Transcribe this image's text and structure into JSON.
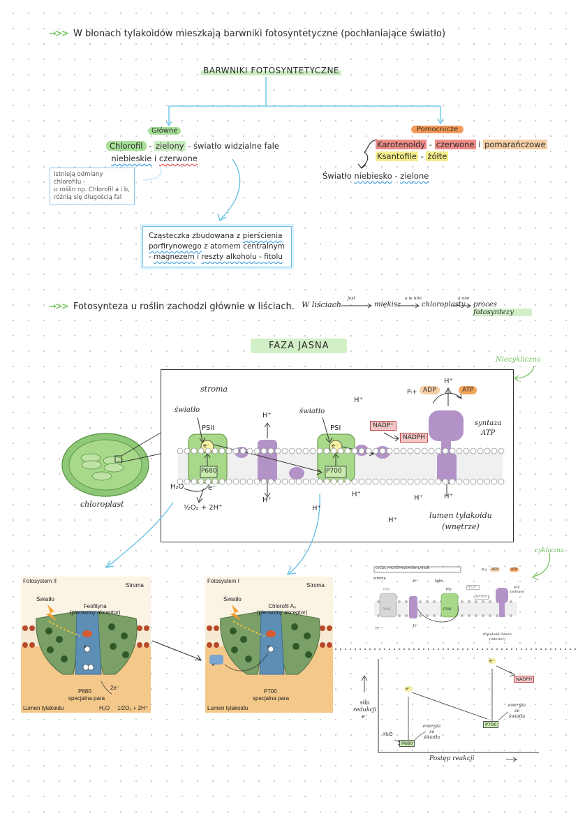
{
  "header": {
    "arrow": "→>>",
    "text": "W błonach tylakoidów mieszkają barwniki fotosyntetyczne (pochłaniające światło)"
  },
  "pigments": {
    "title": "BARWNIKI FOTOSYNTETYCZNE",
    "main_label": "Główne",
    "main_chlorofil": "Chlorofil",
    "main_dash1": "-",
    "main_zielony": "zielony",
    "main_rest": "- światło widzialne fale",
    "main_line2a": "niebieskie",
    "main_line2b": "i",
    "main_line2c": "czerwone",
    "note_l1": "Istnieją odmiany chlorofilu -",
    "note_l2": "u roślin np. Chlorofil a i b,",
    "note_l3": "różnią się długością fal",
    "box_l1a": "Cząsteczka zbudowana z ",
    "box_l1b": "pierścienia",
    "box_l2a": "porfirynowego",
    "box_l2b": " z atomem centralnym",
    "box_l3a": "- ",
    "box_l3b": "magnezem",
    "box_l3c": " i ",
    "box_l3d": "reszty alkoholu - fitolu",
    "aux_label": "Pomocnicze",
    "aux_karo": "Karotenoidy",
    "aux_dash": "-",
    "aux_czerw": "czerwone",
    "aux_i": "i",
    "aux_pom": "pomarańczowe",
    "aux_ksant": "Ksantofile",
    "aux_dash2": "-",
    "aux_zolte": "żółte",
    "aux_light_a": "Światło ",
    "aux_light_b": "niebiesko",
    "aux_light_c": " - ",
    "aux_light_d": "zielone"
  },
  "leaves": {
    "arrow": "→>>",
    "text": "Fotosynteza u roślin zachodzi głównie w liściach.",
    "chain_start": "W liściach",
    "chain_a1": "jest",
    "chain_b": "miękisz",
    "chain_a2": "a w nim",
    "chain_c": "chloroplasty",
    "chain_a3": "a one",
    "chain_d": "proces fotosyntezy"
  },
  "phase": {
    "title": "FAZA JASNA",
    "niecykliczna": "Niecykliczna",
    "cykliczna": "cykliczna"
  },
  "diagram": {
    "stroma": "stroma",
    "swiatlo1": "światło",
    "swiatlo2": "światło",
    "psii": "PSII",
    "psi": "PSI",
    "e1": "e⁻",
    "e2": "e⁻",
    "e3": "e⁻",
    "p680": "P680",
    "p700": "P700",
    "h2o": "H₂O",
    "o2": "½O₂ + 2H⁺",
    "hplus": "H⁺",
    "nadp": "NADP⁺",
    "nadph": "NADPH",
    "pi": "Pᵢ+",
    "adp": "ADP",
    "atp": "ATP",
    "syntaza_1": "syntaza",
    "syntaza_2": "ATP",
    "lumen_1": "lumen tylakoidu",
    "lumen_2": "(wnętrze)",
    "chloroplast": "chloroplast"
  },
  "panel1": {
    "title": "Fotosystem II",
    "stroma": "Stroma",
    "swiatlo": "Światło",
    "feofityna_1": "Feofityna",
    "feofityna_2": "(pierwotny akceptor)",
    "e": "e⁻",
    "two_e": "2e⁻",
    "p680": "P680",
    "specjalna": "specjalna para",
    "lumen": "Lumen tylakoidu",
    "h2o": "H₂O",
    "o2": "1/2O₂ + 2H⁺"
  },
  "panel2": {
    "title": "Fotosystem I",
    "stroma": "Stroma",
    "swiatlo": "Światło",
    "chlorofil_1": "Chlorofil A₀",
    "chlorofil_2": "(pierwotny akceptor)",
    "e1": "e⁻",
    "e2": "e⁻",
    "p700": "P700",
    "specjalna": "specjalna para",
    "lumen": "Lumen tylakoidu"
  },
  "cyclic": {
    "title": "CYCLIC PHOTOPHOSPHORYLATION",
    "stroma": "stroma",
    "light": "light",
    "psii": "PSII",
    "psi": "PSI",
    "hplus": "H⁺",
    "adp": "ADP",
    "atp": "ATP",
    "pi": "Pᵢ+",
    "nadp": "NADP⁺",
    "nadph": "NADPH",
    "synthase_1": "ATP",
    "synthase_2": "synthase",
    "p680": "P680",
    "p700": "P700",
    "lumen_1": "thylakoid lumen",
    "lumen_2": "(interior)"
  },
  "energy": {
    "ylabel_1": "siła",
    "ylabel_2": "redukcji",
    "ylabel_3": "e⁻",
    "xlabel": "Postęp reakcji",
    "e1": "e⁻",
    "e2": "e⁻",
    "nadph": "NADPH",
    "p680": "P680",
    "p700": "P700",
    "h2o": "H₂O",
    "energia1_1": "energia",
    "energia1_2": "ze",
    "energia1_3": "światła",
    "energia2_1": "energia",
    "energia2_2": "ze",
    "energia2_3": "światła"
  }
}
